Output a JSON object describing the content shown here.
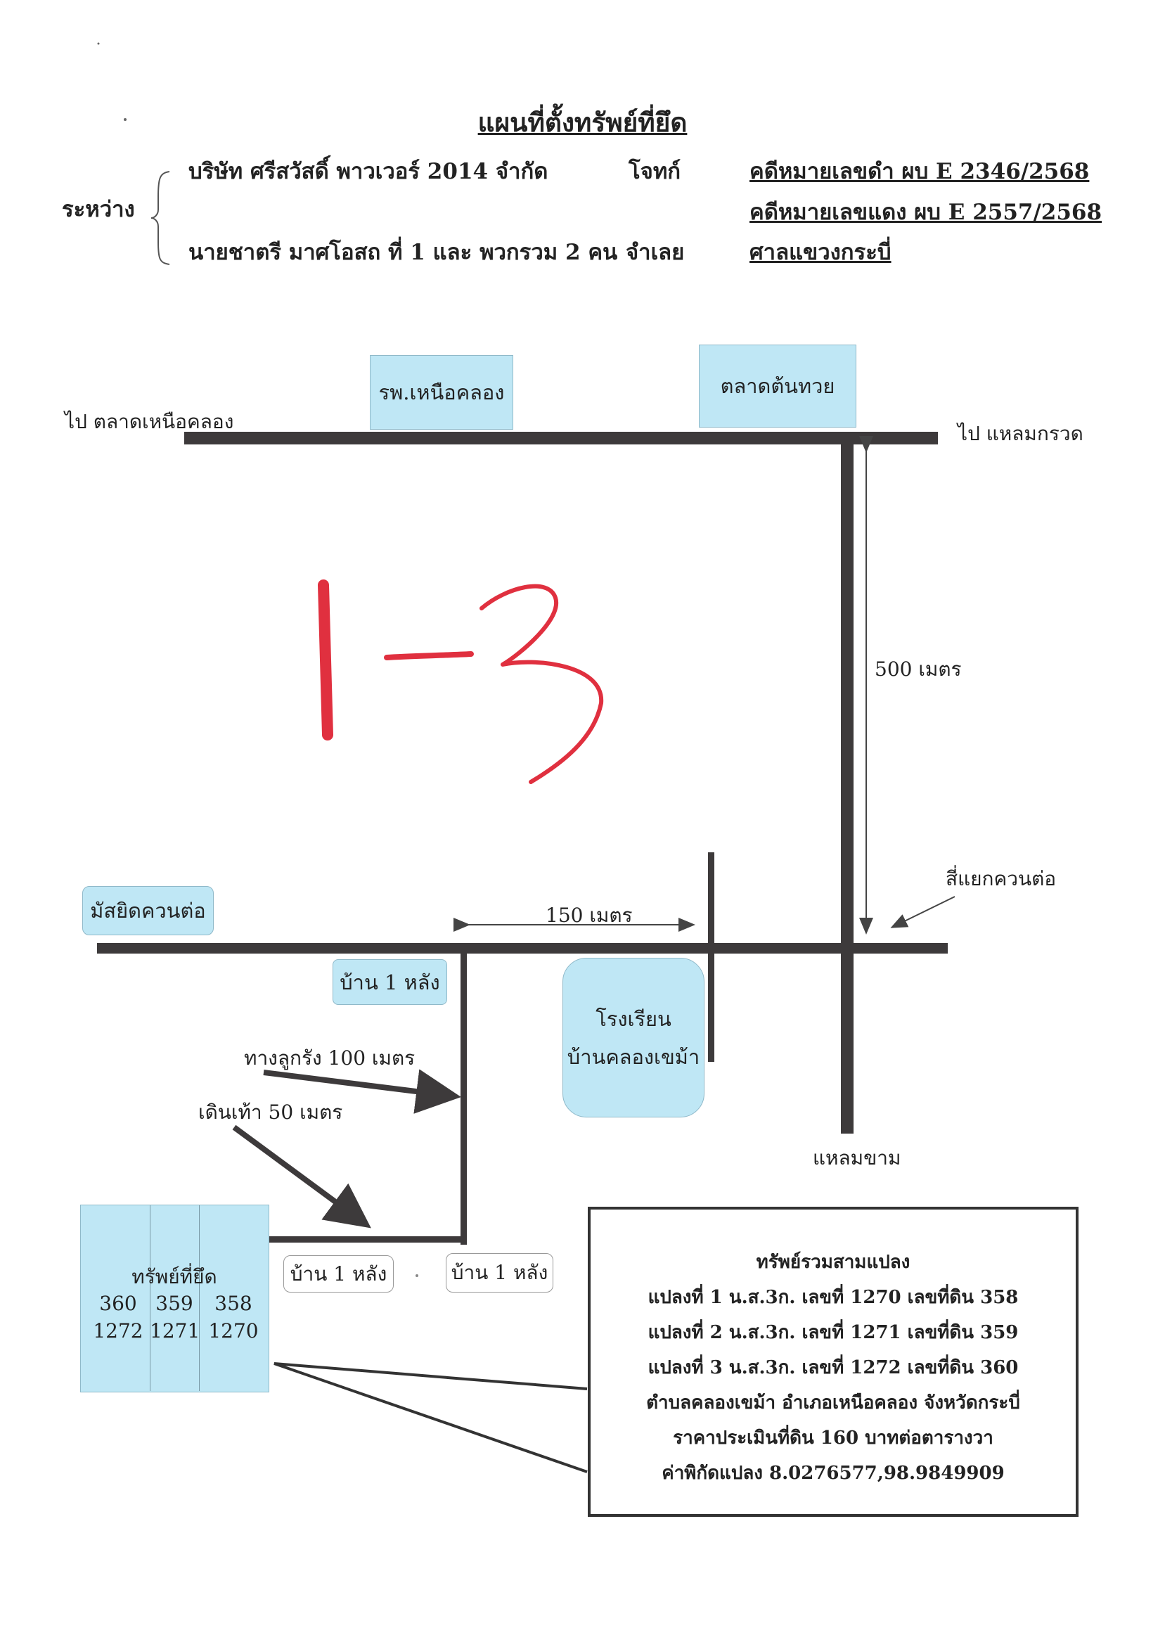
{
  "header": {
    "title": "แผนที่ตั้งทรัพย์ที่ยึด",
    "between_label": "ระหว่าง",
    "plaintiff_name": "บริษัท ศรีสวัสดิ์ พาวเวอร์ 2014 จำกัด",
    "plaintiff_role": "โจทก์",
    "defendant_name": "นายชาตรี มาศโอสถ ที่ 1 และ พวกรวม 2 คน",
    "defendant_role": "จำเลย",
    "black_case": "คดีหมายเลขดำ ผบ E 2346/2568",
    "red_case": "คดีหมายเลขแดง ผบ E 2557/2568",
    "court": "ศาลแขวงกระบี่"
  },
  "map": {
    "to_left": "ไป ตลาดเหนือคลอง",
    "to_right": "ไป แหลมกรวด",
    "hospital": "รพ.เหนือคลอง",
    "market": "ตลาดต้นทวย",
    "distance_vertical": "500 เมตร",
    "intersection": "สี่แยกควนต่อ",
    "mosque": "มัสยิดควนต่อ",
    "distance_horizontal": "150 เมตร",
    "house_1": "บ้าน 1 หลัง",
    "school_line1": "โรงเรียน",
    "school_line2": "บ้านคลองเขม้า",
    "laterite_road": "ทางลูกรัง 100 เมตร",
    "walk": "เดินเท้า 50 เมตร",
    "south": "แหลมขาม",
    "house_2": "บ้าน 1 หลัง",
    "house_3": "บ้าน 1 หลัง",
    "handwritten_mark": "1-3"
  },
  "parcels": {
    "title": "ทรัพย์ที่ยึด",
    "items": [
      {
        "land_no": "360",
        "doc_no": "1272"
      },
      {
        "land_no": "359",
        "doc_no": "1271"
      },
      {
        "land_no": "358",
        "doc_no": "1270"
      }
    ]
  },
  "info": {
    "line1": "ทรัพย์รวมสามแปลง",
    "line2": "แปลงที่ 1 น.ส.3ก. เลขที่ 1270 เลขที่ดิน 358",
    "line3": "แปลงที่ 2 น.ส.3ก. เลขที่ 1271 เลขที่ดิน 359",
    "line4": "แปลงที่ 3 น.ส.3ก. เลขที่ 1272 เลขที่ดิน 360",
    "line5": "ตำบลคลองเขม้า อำเภอเหนือคลอง จังหวัดกระบี่",
    "line6": "ราคาประเมินที่ดิน 160 บาทต่อตารางวา",
    "line7": "ค่าพิกัดแปลง 8.0276577,98.9849909"
  },
  "colors": {
    "road": "#3d3a3b",
    "label_box": "#bfe7f5",
    "handwriting": "#e0303f"
  }
}
